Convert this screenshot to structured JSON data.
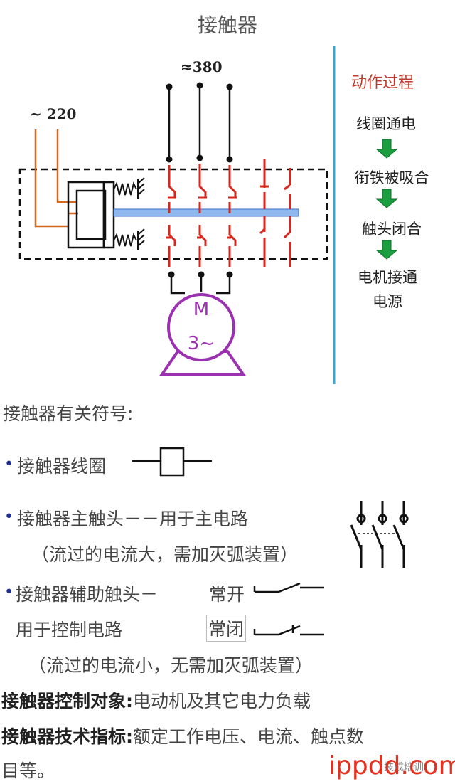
{
  "title": "接触器",
  "diagram": {
    "voltage_main": "≈380",
    "voltage_coil": "~ 220",
    "motor_letter": "M",
    "motor_phase": "3~",
    "process_title": "动作过程",
    "process_steps": [
      "线圈通电",
      "衔铁被吸合",
      "触头闭合",
      "电机接通",
      "电源"
    ]
  },
  "symbols": {
    "heading": "接触器有关符号:",
    "coil": "接触器线圈",
    "main_contact": "接触器主触头－－用于主电路",
    "main_contact_note": "（流过的电流大，需加灭弧装置）",
    "aux_contact": "接触器辅助触头－",
    "aux_contact_line2": "用于控制电路",
    "aux_contact_note": "（流过的电流小，无需加灭弧装置）",
    "no_label": "常开",
    "nc_label": "常闭"
  },
  "info": {
    "control_object_label": "接触器控制对象:",
    "control_object_value": "电动机及其它电力负载",
    "tech_spec_label": "接触器技术指标:",
    "tech_spec_value": "额定工作电压、电流、触点数",
    "tech_spec_value_line2": "目等。"
  },
  "watermark": {
    "brand": "ippdd.com",
    "small": "技成培训"
  },
  "colors": {
    "coil_wire": "#d2691e",
    "contacts": "#d9261c",
    "armature": "#6aa0e0",
    "motor": "#9b30b0",
    "divider": "#3aa6c8",
    "arrow": "#1a9e3f",
    "bullet": "#1f2f8f"
  }
}
